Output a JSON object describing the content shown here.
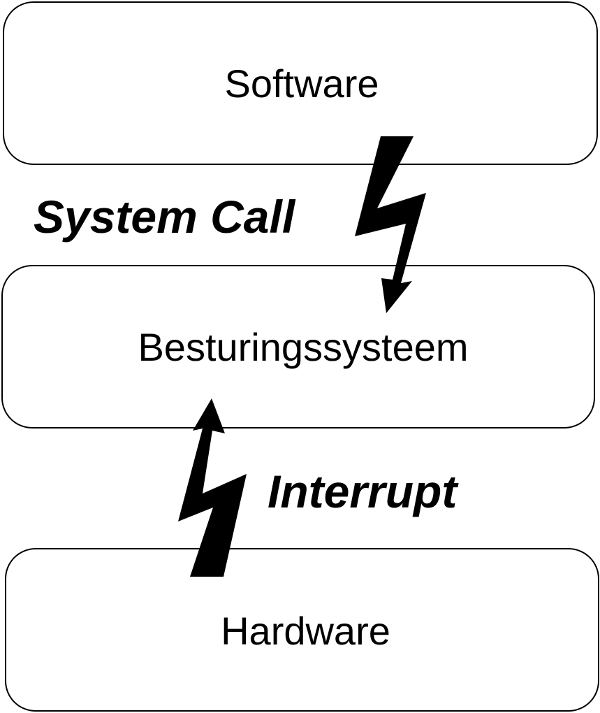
{
  "diagram": {
    "layers": {
      "software": {
        "label": "Software"
      },
      "os": {
        "label": "Besturingssysteem"
      },
      "hardware": {
        "label": "Hardware"
      }
    },
    "connectors": {
      "system_call": {
        "label": "System Call",
        "from": "Software",
        "to": "Besturingssysteem"
      },
      "interrupt": {
        "label": "Interrupt",
        "from": "Hardware",
        "to": "Besturingssysteem"
      }
    },
    "colors": {
      "stroke": "#000000",
      "fill": "#ffffff",
      "bolt": "#000000"
    }
  }
}
